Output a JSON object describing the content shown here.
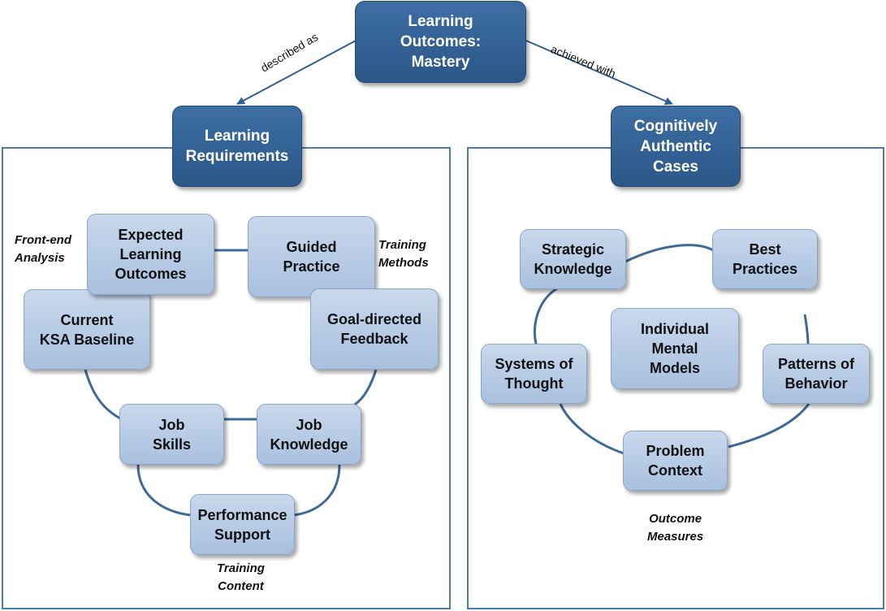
{
  "top": {
    "label": "Learning\nOutcomes:\nMastery"
  },
  "edges": {
    "left": "described as",
    "right": "achieved with"
  },
  "left_panel": {
    "title": "Learning\nRequirements",
    "nodes": {
      "expected": "Expected\nLearning\nOutcomes",
      "guided": "Guided\nPractice",
      "current": "Current\nKSA Baseline",
      "goal": "Goal-directed\nFeedback",
      "job_skills": "Job\nSkills",
      "job_knowledge": "Job\nKnowledge",
      "performance": "Performance\nSupport"
    },
    "notes": {
      "front_end": "Front-end\nAnalysis",
      "training_methods": "Training\nMethods",
      "training_content": "Training\nContent"
    }
  },
  "right_panel": {
    "title": "Cognitively\nAuthentic\nCases",
    "nodes": {
      "strategic": "Strategic\nKnowledge",
      "best": "Best\nPractices",
      "individual": "Individual\nMental\nModels",
      "systems": "Systems of\nThought",
      "patterns": "Patterns of\nBehavior",
      "problem": "Problem\nContext"
    },
    "notes": {
      "outcome_measures": "Outcome\nMeasures"
    }
  }
}
